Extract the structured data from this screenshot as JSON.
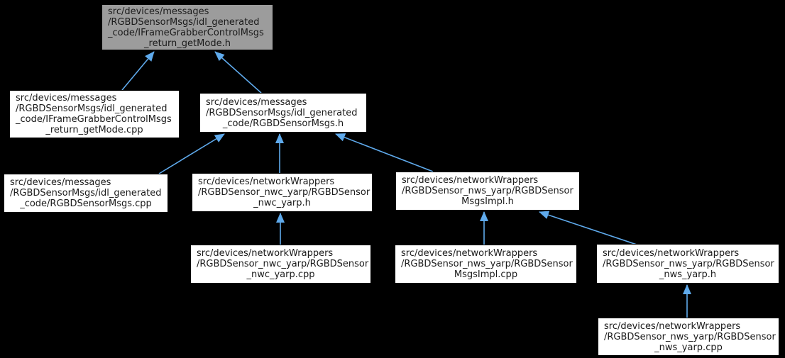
{
  "diagram": {
    "type": "dependency-graph",
    "colors": {
      "background": "#000000",
      "edge_color": "#5faaec",
      "node_fill": "#ffffff",
      "node_border": "#000000",
      "node_text": "#1a1a1a",
      "highlight_fill": "#9c9c9c"
    },
    "nodes": [
      {
        "id": "getMode_h",
        "highlighted": true,
        "label": "src/devices/messages/RGBDSensorMsgs/idl_generated_code/IFrameGrabberControlMsgs_return_getMode.h",
        "lines": [
          "src/devices/messages",
          "/RGBDSensorMsgs/idl_generated",
          "_code/IFrameGrabberControlMsgs",
          "_return_getMode.h"
        ]
      },
      {
        "id": "getMode_cpp",
        "highlighted": false,
        "label": "src/devices/messages/RGBDSensorMsgs/idl_generated_code/IFrameGrabberControlMsgs_return_getMode.cpp",
        "lines": [
          "src/devices/messages",
          "/RGBDSensorMsgs/idl_generated",
          "_code/IFrameGrabberControlMsgs",
          "_return_getMode.cpp"
        ]
      },
      {
        "id": "msgs_h",
        "highlighted": false,
        "label": "src/devices/messages/RGBDSensorMsgs/idl_generated_code/RGBDSensorMsgs.h",
        "lines": [
          "src/devices/messages",
          "/RGBDSensorMsgs/idl_generated",
          "_code/RGBDSensorMsgs.h"
        ]
      },
      {
        "id": "msgs_cpp",
        "highlighted": false,
        "label": "src/devices/messages/RGBDSensorMsgs/idl_generated_code/RGBDSensorMsgs.cpp",
        "lines": [
          "src/devices/messages",
          "/RGBDSensorMsgs/idl_generated",
          "_code/RGBDSensorMsgs.cpp"
        ]
      },
      {
        "id": "nwc_h",
        "highlighted": false,
        "label": "src/devices/networkWrappers/RGBDSensor_nwc_yarp/RGBDSensor_nwc_yarp.h",
        "lines": [
          "src/devices/networkWrappers",
          "/RGBDSensor_nwc_yarp/RGBDSensor",
          "_nwc_yarp.h"
        ]
      },
      {
        "id": "impl_h",
        "highlighted": false,
        "label": "src/devices/networkWrappers/RGBDSensor_nws_yarp/RGBDSensorMsgsImpl.h",
        "lines": [
          "src/devices/networkWrappers",
          "/RGBDSensor_nws_yarp/RGBDSensor",
          "MsgsImpl.h"
        ]
      },
      {
        "id": "nwc_cpp",
        "highlighted": false,
        "label": "src/devices/networkWrappers/RGBDSensor_nwc_yarp/RGBDSensor_nwc_yarp.cpp",
        "lines": [
          "src/devices/networkWrappers",
          "/RGBDSensor_nwc_yarp/RGBDSensor",
          "_nwc_yarp.cpp"
        ]
      },
      {
        "id": "impl_cpp",
        "highlighted": false,
        "label": "src/devices/networkWrappers/RGBDSensor_nws_yarp/RGBDSensorMsgsImpl.cpp",
        "lines": [
          "src/devices/networkWrappers",
          "/RGBDSensor_nws_yarp/RGBDSensor",
          "MsgsImpl.cpp"
        ]
      },
      {
        "id": "nws_h",
        "highlighted": false,
        "label": "src/devices/networkWrappers/RGBDSensor_nws_yarp/RGBDSensor_nws_yarp.h",
        "lines": [
          "src/devices/networkWrappers",
          "/RGBDSensor_nws_yarp/RGBDSensor",
          "_nws_yarp.h"
        ]
      },
      {
        "id": "nws_cpp",
        "highlighted": false,
        "label": "src/devices/networkWrappers/RGBDSensor_nws_yarp/RGBDSensor_nws_yarp.cpp",
        "lines": [
          "src/devices/networkWrappers",
          "/RGBDSensor_nws_yarp/RGBDSensor",
          "_nws_yarp.cpp"
        ]
      }
    ],
    "edges": [
      {
        "from": "getMode_cpp",
        "to": "getMode_h"
      },
      {
        "from": "msgs_h",
        "to": "getMode_h"
      },
      {
        "from": "msgs_cpp",
        "to": "msgs_h"
      },
      {
        "from": "nwc_h",
        "to": "msgs_h"
      },
      {
        "from": "impl_h",
        "to": "msgs_h"
      },
      {
        "from": "nwc_cpp",
        "to": "nwc_h"
      },
      {
        "from": "impl_cpp",
        "to": "impl_h"
      },
      {
        "from": "nws_h",
        "to": "impl_h"
      },
      {
        "from": "nws_cpp",
        "to": "nws_h"
      }
    ]
  }
}
